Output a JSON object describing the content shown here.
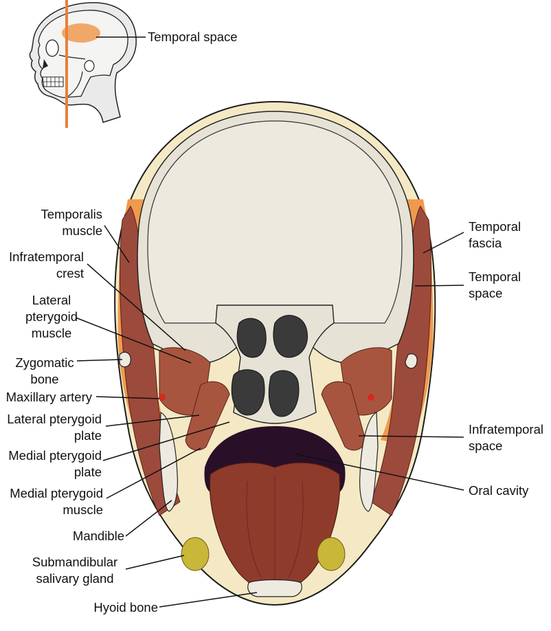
{
  "labels": {
    "temporal_space_inset": "Temporal space",
    "temporalis_muscle_1": "Temporalis",
    "temporalis_muscle_2": "muscle",
    "infratemporal_crest_1": "Infratemporal",
    "infratemporal_crest_2": "crest",
    "lateral_pterygoid_muscle_1": "Lateral",
    "lateral_pterygoid_muscle_2": "pterygoid",
    "lateral_pterygoid_muscle_3": "muscle",
    "zygomatic_bone_1": "Zygomatic",
    "zygomatic_bone_2": "bone",
    "maxillary_artery": "Maxillary artery",
    "lateral_pterygoid_plate_1": "Lateral pterygoid",
    "lateral_pterygoid_plate_2": "plate",
    "medial_pterygoid_plate_1": "Medial pterygoid",
    "medial_pterygoid_plate_2": "plate",
    "medial_pterygoid_muscle_1": "Medial pterygoid",
    "medial_pterygoid_muscle_2": "muscle",
    "mandible": "Mandible",
    "submandibular_gland_1": "Submandibular",
    "submandibular_gland_2": "salivary gland",
    "hyoid_bone": "Hyoid bone",
    "temporal_fascia_1": "Temporal",
    "temporal_fascia_2": "fascia",
    "temporal_space_1": "Temporal",
    "temporal_space_2": "space",
    "infratemporal_space_1": "Infratemporal",
    "infratemporal_space_2": "space",
    "oral_cavity": "Oral cavity"
  },
  "colors": {
    "skin": "#f4e9c4",
    "bone": "#e9e6dc",
    "brain_cavity": "#ece9df",
    "muscle": "#9c4a3c",
    "muscle_light": "#b45a42",
    "temporal_space": "#ef9a4e",
    "tongue": "#8e3b2c",
    "oral_cavity": "#2a0f28",
    "gland": "#c9b73a",
    "section_line": "#e8803a",
    "leader_line": "#111111"
  }
}
